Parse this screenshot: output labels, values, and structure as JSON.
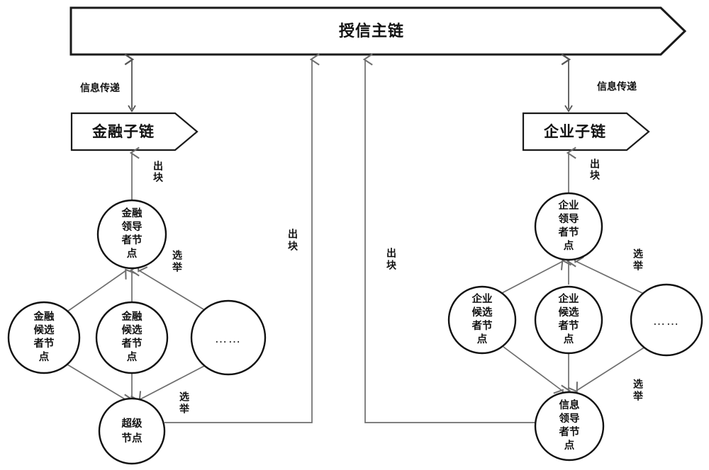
{
  "diagram": {
    "title": "授信主链",
    "main_chain": {
      "label": "授信主链",
      "shape": "arrow-banner"
    },
    "sub_chains": [
      {
        "id": "finance-sub-chain",
        "label": "金融子链",
        "side": "left"
      },
      {
        "id": "enterprise-sub-chain",
        "label": "企业子链",
        "side": "right"
      }
    ],
    "edge_labels": {
      "info_transfer": "信息传递",
      "block_production": "出块",
      "election": "选举"
    },
    "left_cluster": {
      "leader": {
        "id": "finance-leader-node",
        "lines": [
          "金融",
          "领导",
          "者节",
          "点"
        ]
      },
      "candidates": [
        {
          "id": "finance-candidate-node-1",
          "lines": [
            "金融",
            "候选",
            "者节",
            "点"
          ]
        },
        {
          "id": "finance-candidate-node-2",
          "lines": [
            "金融",
            "候选",
            "者节",
            "点"
          ]
        },
        {
          "id": "finance-candidate-node-more",
          "lines": [
            "……"
          ],
          "is_ellipsis": true
        }
      ],
      "super": {
        "id": "super-node",
        "lines": [
          "超级",
          "节点"
        ]
      }
    },
    "right_cluster": {
      "leader": {
        "id": "enterprise-leader-node",
        "lines": [
          "企业",
          "领导",
          "者节",
          "点"
        ]
      },
      "candidates": [
        {
          "id": "enterprise-candidate-node-1",
          "lines": [
            "企业",
            "候选",
            "者节",
            "点"
          ]
        },
        {
          "id": "enterprise-candidate-node-2",
          "lines": [
            "企业",
            "候选",
            "者节",
            "点"
          ]
        },
        {
          "id": "enterprise-candidate-node-more",
          "lines": [
            "……"
          ],
          "is_ellipsis": true
        }
      ],
      "info_leader": {
        "id": "info-leader-node",
        "lines": [
          "信息",
          "领导",
          "者节",
          "点"
        ]
      }
    },
    "labels": {
      "main_chain": "授信主链",
      "finance_sub_chain": "金融子链",
      "enterprise_sub_chain": "企业子链",
      "info_transfer_left": "信息传递",
      "info_transfer_right": "信息传递",
      "block_left_sub": "出块",
      "block_right_sub": "出块",
      "block_center_left": "出块",
      "block_center_right": "出块",
      "election_left_upper": "选举",
      "election_left_lower": "选举",
      "election_right_upper": "选举",
      "election_right_lower": "选举",
      "finance_leader_l1": "金融",
      "finance_leader_l2": "领导",
      "finance_leader_l3": "者节",
      "finance_leader_l4": "点",
      "finance_cand1_l1": "金融",
      "finance_cand1_l2": "候选",
      "finance_cand1_l3": "者节",
      "finance_cand1_l4": "点",
      "finance_cand2_l1": "金融",
      "finance_cand2_l2": "候选",
      "finance_cand2_l3": "者节",
      "finance_cand2_l4": "点",
      "finance_more": "……",
      "super_l1": "超级",
      "super_l2": "节点",
      "enterprise_leader_l1": "企业",
      "enterprise_leader_l2": "领导",
      "enterprise_leader_l3": "者节",
      "enterprise_leader_l4": "点",
      "enterprise_cand1_l1": "企业",
      "enterprise_cand1_l2": "候选",
      "enterprise_cand1_l3": "者节",
      "enterprise_cand1_l4": "点",
      "enterprise_cand2_l1": "企业",
      "enterprise_cand2_l2": "候选",
      "enterprise_cand2_l3": "者节",
      "enterprise_cand2_l4": "点",
      "enterprise_more": "……",
      "info_leader_l1": "信息",
      "info_leader_l2": "领导",
      "info_leader_l3": "者节",
      "info_leader_l4": "点"
    },
    "colors": {
      "background": "#ffffff",
      "outline": "#1a1a1a",
      "connector": "#6e6e6e",
      "text": "#111111"
    }
  }
}
